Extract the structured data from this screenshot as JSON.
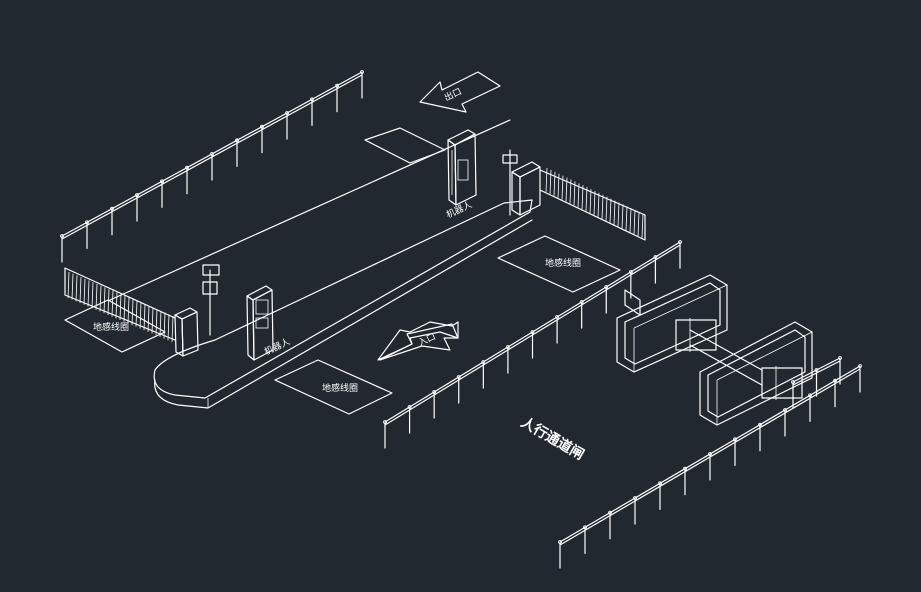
{
  "colors": {
    "background": "#212830",
    "lines": "#ffffff"
  },
  "labels": {
    "exit_arrow": "出口",
    "entry_arrow": "入口",
    "loop_left": "地感线圈",
    "loop_mid_top": "地感线圈",
    "loop_bottom": "地感线圈",
    "machine_top": "机器人",
    "machine_bottom": "机器人",
    "pedestrian_gate": "人行通道闸"
  }
}
